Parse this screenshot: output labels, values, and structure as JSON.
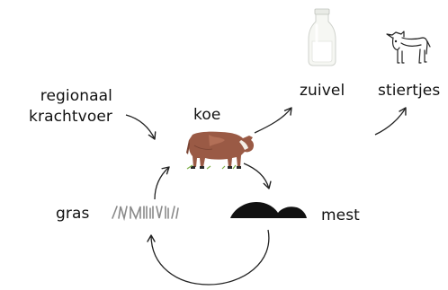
{
  "nodes": {
    "regionaal_krachtvoer": {
      "line1": "regionaal",
      "line2": "krachtvoer"
    },
    "koe": "koe",
    "zuivel": "zuivel",
    "stiertjes": "stiertjes",
    "gras": "gras",
    "mest": "mest"
  },
  "icons": {
    "milk_bottle": "milk-bottle-icon",
    "calf": "calf-icon",
    "cow": "cow-picture",
    "grass": "grass-icon",
    "manure": "manure-icon"
  },
  "colors": {
    "text": "#111111",
    "arrow": "#222222",
    "manure": "#111111",
    "grass": "#8a8a8a",
    "cow_body": "#9a5a45"
  }
}
